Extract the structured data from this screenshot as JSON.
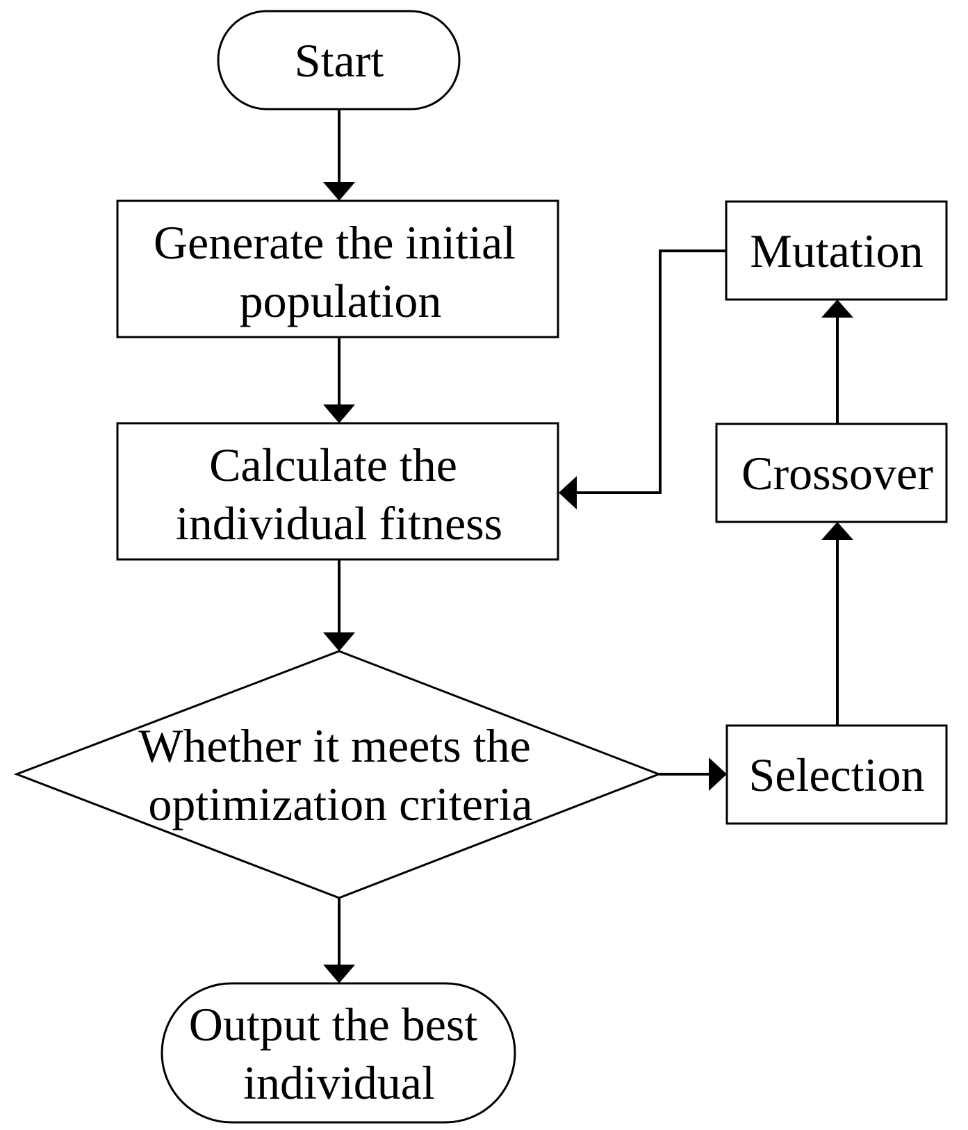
{
  "nodes": {
    "start": {
      "lines": [
        "Start"
      ]
    },
    "generate": {
      "lines": [
        "Generate the  initial",
        "population"
      ]
    },
    "calculate": {
      "lines": [
        "Calculate the",
        "individual   fitness"
      ]
    },
    "decision": {
      "lines": [
        "Whether it meets the",
        "optimization criteria"
      ]
    },
    "output": {
      "lines": [
        "Output the best",
        "individual"
      ]
    },
    "selection": {
      "lines": [
        "Selection"
      ]
    },
    "crossover": {
      "lines": [
        "Crossover"
      ]
    },
    "mutation": {
      "lines": [
        "Mutation"
      ]
    }
  },
  "colors": {
    "stroke": "#000000",
    "fill": "#ffffff"
  }
}
